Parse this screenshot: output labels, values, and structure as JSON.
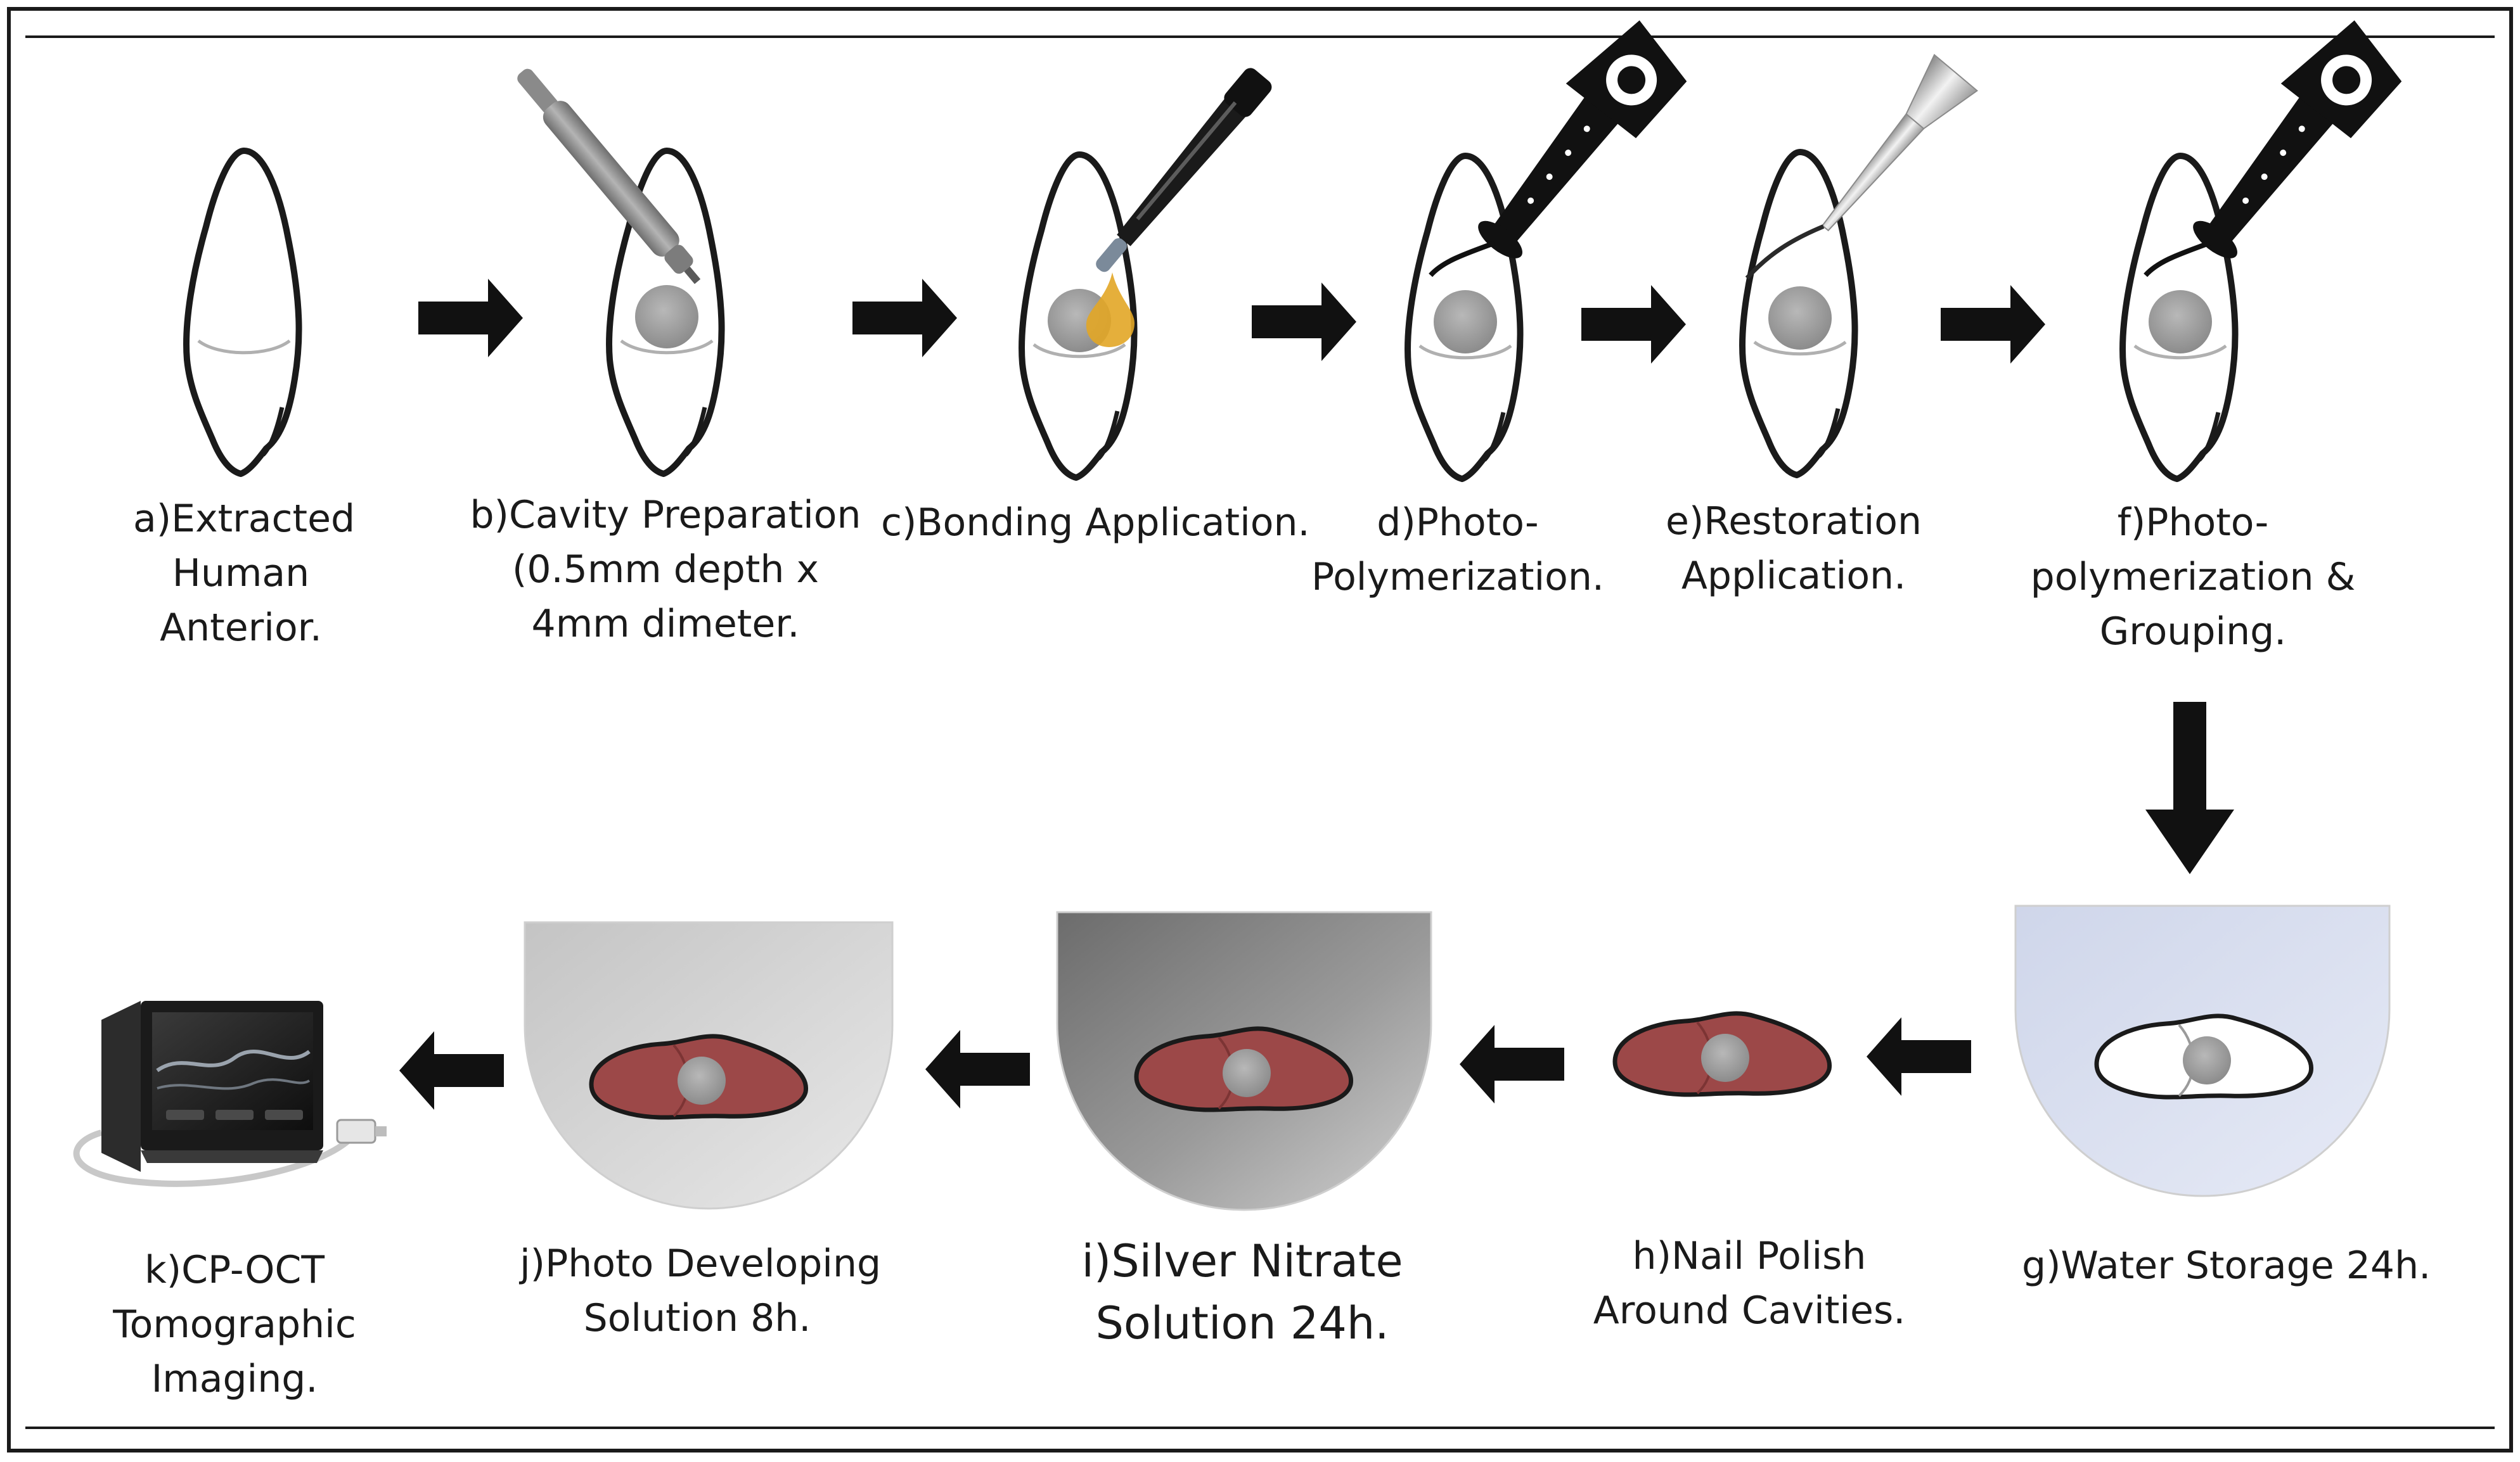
{
  "colors": {
    "frame": "#1a1a1a",
    "enamel_line": "#b0b0b0",
    "cavity": "#9a9a9a",
    "bonding_drop": "#e2a626",
    "slab_red": "#9c4848",
    "slab_outline": "#1a1a1a",
    "water_bowl": "#d9deee",
    "silver_bowl": "#8e8e8e",
    "developer_bowl": "#d2d2d2",
    "arrow": "#111111"
  },
  "icons": {
    "bur": "dental-handpiece-icon",
    "applicator": "bonding-applicator-icon",
    "curing_light": "curing-light-icon",
    "syringe": "composite-syringe-icon",
    "oct": "oct-scanner-icon"
  },
  "steps": {
    "a": {
      "lines": [
        "a)Extracted",
        "Human",
        "Anterior."
      ]
    },
    "b": {
      "lines": [
        "b)Cavity Preparation",
        "(0.5mm depth x",
        "4mm dimeter."
      ]
    },
    "c": {
      "lines": [
        "c)Bonding Application."
      ]
    },
    "d": {
      "lines": [
        "d)Photo-",
        "Polymerization."
      ]
    },
    "e": {
      "lines": [
        "e)Restoration",
        "Application."
      ]
    },
    "f": {
      "lines": [
        "f)Photo-",
        "polymerization &",
        "Grouping."
      ]
    },
    "g": {
      "lines": [
        "g)Water Storage 24h."
      ]
    },
    "h": {
      "lines": [
        "h)Nail Polish",
        "Around Cavities."
      ]
    },
    "i": {
      "lines": [
        "i)Silver Nitrate",
        "Solution 24h."
      ]
    },
    "j": {
      "lines": [
        "j)Photo Developing",
        "Solution 8h."
      ]
    },
    "k": {
      "lines": [
        "k)CP-OCT",
        "Tomographic",
        "Imaging."
      ]
    }
  }
}
